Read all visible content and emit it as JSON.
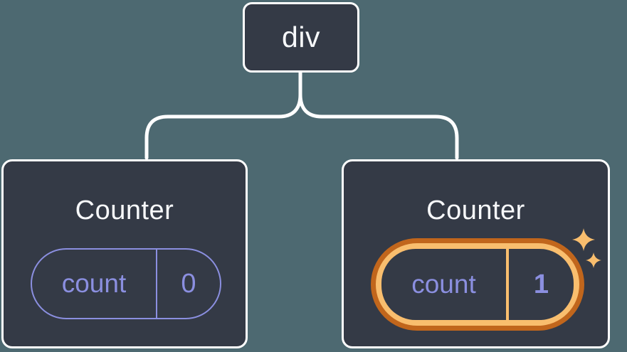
{
  "tree": {
    "root": {
      "label": "div"
    },
    "children": [
      {
        "title": "Counter",
        "state": {
          "key": "count",
          "value": "0"
        },
        "highlighted": false
      },
      {
        "title": "Counter",
        "state": {
          "key": "count",
          "value": "1"
        },
        "highlighted": true
      }
    ]
  },
  "icons": {
    "sparkles": "sparkles-icon"
  },
  "colors": {
    "background": "#4D6971",
    "node_fill": "#343A46",
    "node_border": "#FFFFFF",
    "connector": "#FFFFFF",
    "state_purple": "#8B8FE0",
    "highlight_orange_dark": "#C1661C",
    "highlight_orange_light": "#F9BE6E",
    "title_text": "#F7F9FB"
  }
}
